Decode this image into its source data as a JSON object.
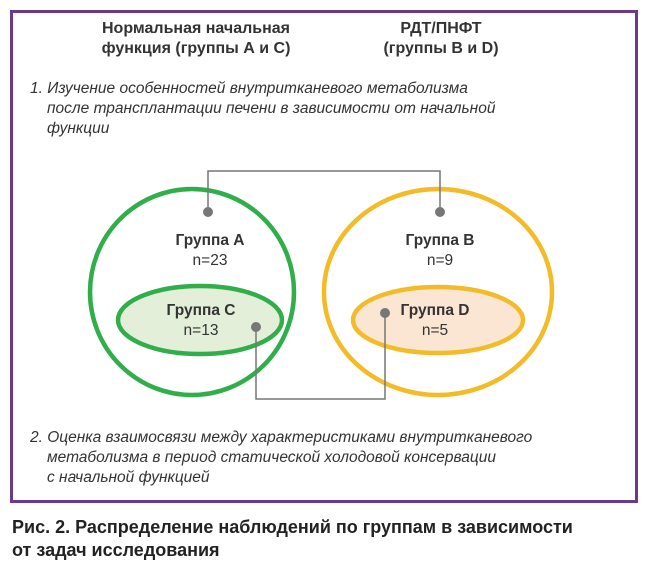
{
  "headers": {
    "left_line1": "Нормальная начальная",
    "left_line2": "функция (группы А и С)",
    "right_line1": "РДТ/ПНФТ",
    "right_line2": "(группы В и D)"
  },
  "tasks": [
    {
      "lines": [
        "1. Изучение особенностей внутритканевого метаболизма",
        "после трансплантации печени в зависимости от начальной",
        "функции"
      ]
    },
    {
      "lines": [
        "2. Оценка взаимосвязи между характеристиками внутритканевого",
        "метаболизма в период статической холодовой консервации",
        "с начальной функцией"
      ]
    }
  ],
  "groups": {
    "a": {
      "name": "Группа А",
      "count": "n=23"
    },
    "b": {
      "name": "Группа В",
      "count": "n=9"
    },
    "c": {
      "name": "Группа С",
      "count": "n=13"
    },
    "d": {
      "name": "Группа D",
      "count": "n=5"
    }
  },
  "colors": {
    "frame": "#6b3a8c",
    "group_a_outline": "#2fae4a",
    "group_c_fill": "#e3efd9",
    "group_b_outline": "#f2bb27",
    "group_d_fill": "#fbe6d3",
    "connector": "#777777",
    "dot": "#777777"
  },
  "caption": {
    "line1": "Рис. 2. Распределение наблюдений по группам в зависимости",
    "line2": "от задач исследования"
  }
}
